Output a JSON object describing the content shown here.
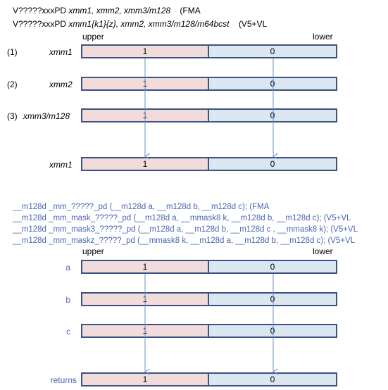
{
  "asm": {
    "line1": {
      "prefix": "V?????xxxPD ",
      "operands": "xmm1, xmm2, xmm3/m128",
      "tag": "(FMA"
    },
    "line2": {
      "prefix": "V?????xxxPD ",
      "operands": "xmm1{k1}{z}, xmm2, xmm3/m128/m64bcst",
      "tag": "(V5+VL"
    }
  },
  "top": {
    "upper": "upper",
    "lower": "lower",
    "rows": [
      {
        "num": "(1)",
        "label": "xmm1",
        "hi": "1",
        "lo": "0"
      },
      {
        "num": "(2)",
        "label": "xmm2",
        "hi": "1",
        "lo": "0"
      },
      {
        "num": "(3)",
        "label": "xmm3/m128",
        "hi": "1",
        "lo": "0"
      }
    ],
    "result": {
      "label": "xmm1",
      "hi": "1",
      "lo": "0"
    }
  },
  "intrinsics": [
    "__m128d  _mm_?????_pd  (__m128d a, __m128d b, __m128d c);  (FMA",
    "__m128d  _mm_mask_?????_pd  (__m128d a, __mmask8 k, __m128d b, __m128d c);  (V5+VL",
    "__m128d  _mm_mask3_?????_pd  (__m128d a, __m128d b, __m128d c , __mmask8 k);  (V5+VL",
    "__m128d  _mm_maskz_?????_pd  (__mmask8 k, __m128d a, __m128d b, __m128d c);  (V5+VL"
  ],
  "bottom": {
    "upper": "upper",
    "lower": "lower",
    "rows": [
      {
        "label": "a",
        "hi": "1",
        "lo": "0"
      },
      {
        "label": "b",
        "hi": "1",
        "lo": "0"
      },
      {
        "label": "c",
        "hi": "1",
        "lo": "0"
      }
    ],
    "result": {
      "label": "returns",
      "hi": "1",
      "lo": "0"
    }
  },
  "colors": {
    "upper_fill": "#f2dcdb",
    "lower_fill": "#dce6f1",
    "border": "#3a5280",
    "intrinsic_text": "#4a66b5"
  }
}
